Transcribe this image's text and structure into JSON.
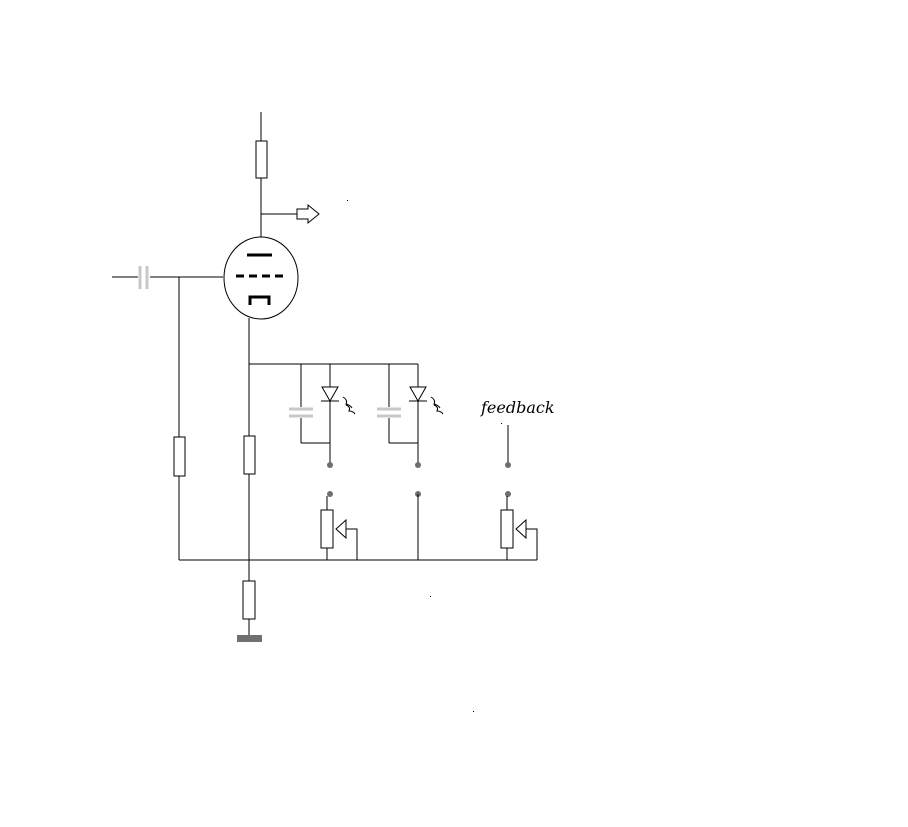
{
  "diagram": {
    "labels": {
      "feedback": "feedback"
    },
    "components": [
      {
        "name": "plate-resistor",
        "kind": "resistor"
      },
      {
        "name": "output-arrow",
        "kind": "output"
      },
      {
        "name": "vacuum-tube",
        "kind": "triode"
      },
      {
        "name": "input-capacitor",
        "kind": "capacitor"
      },
      {
        "name": "grid-resistor",
        "kind": "resistor"
      },
      {
        "name": "cathode-resistor",
        "kind": "resistor"
      },
      {
        "name": "ground-resistor",
        "kind": "resistor"
      },
      {
        "name": "ground-symbol",
        "kind": "ground"
      },
      {
        "name": "led-1",
        "kind": "led"
      },
      {
        "name": "led-2",
        "kind": "led"
      },
      {
        "name": "capacitor-1",
        "kind": "capacitor"
      },
      {
        "name": "capacitor-2",
        "kind": "capacitor"
      },
      {
        "name": "potentiometer-1",
        "kind": "potentiometer"
      },
      {
        "name": "potentiometer-2",
        "kind": "potentiometer"
      }
    ],
    "colors": {
      "wire": "#000000",
      "capacitor": "#c8c8c8",
      "terminal": "#6e6e6e",
      "ground": "#707070"
    }
  }
}
